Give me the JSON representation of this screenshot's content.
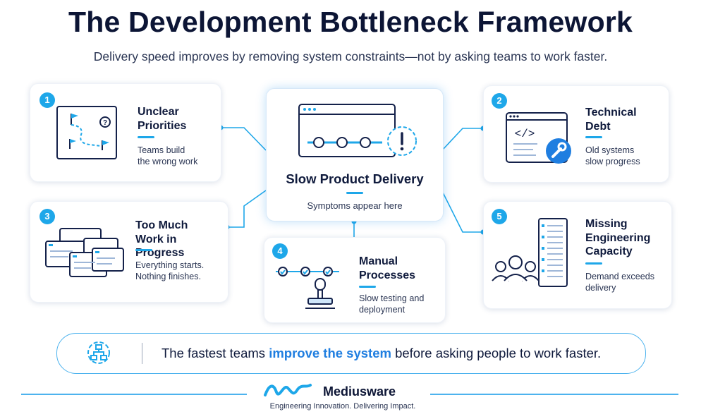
{
  "header": {
    "title": "The Development Bottleneck Framework",
    "subtitle": "Delivery speed improves by removing system constraints—not by asking teams to work faster."
  },
  "center": {
    "title": "Slow Product Delivery",
    "description": "Symptoms appear here",
    "icon": "browser-window-with-progress-and-warning-icon"
  },
  "cards": [
    {
      "number": "1",
      "title_lines": [
        "Unclear",
        "Priorities"
      ],
      "desc_lines": [
        "Teams build",
        "the wrong work"
      ],
      "icon": "roadmap-flags-question-icon"
    },
    {
      "number": "2",
      "title_lines": [
        "Technical",
        "Debt"
      ],
      "desc_lines": [
        "Old systems",
        "slow progress"
      ],
      "icon": "code-window-wrench-icon"
    },
    {
      "number": "3",
      "title_lines": [
        "Too Much",
        "Work in Progress"
      ],
      "desc_lines": [
        "Everything starts.",
        "Nothing finishes."
      ],
      "icon": "stacked-windows-icon"
    },
    {
      "number": "4",
      "title_lines": [
        "Manual",
        "Processes"
      ],
      "desc_lines": [
        "Slow testing and",
        "deployment"
      ],
      "icon": "approval-stamp-checkpoints-icon"
    },
    {
      "number": "5",
      "title_lines": [
        "Missing",
        "Engineering",
        "Capacity"
      ],
      "desc_lines": [
        "Demand exceeds",
        "delivery"
      ],
      "icon": "team-with-backlog-list-icon"
    }
  ],
  "banner": {
    "before": "The fastest teams ",
    "highlight": "improve the system",
    "after": " before asking people to work faster.",
    "icon": "gear-flowchart-icon"
  },
  "footer": {
    "brand": "Mediusware",
    "tagline": "Engineering Innovation. Delivering Impact.",
    "logo": "mediusware-wave-logo"
  },
  "colors": {
    "accent": "#1ea7e9",
    "highlight": "#1f7ee0",
    "navy": "#0f1a3c"
  }
}
